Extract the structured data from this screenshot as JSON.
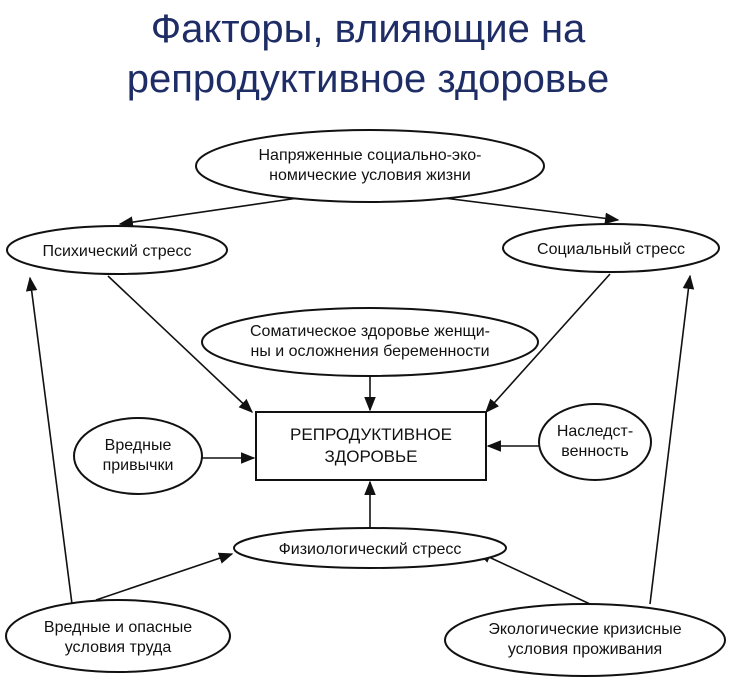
{
  "title": {
    "line1": "Факторы, влияющие на",
    "line2": "репродуктивное здоровье"
  },
  "nodes": {
    "socio_economic": {
      "line1": "Напряженные социально-эко-",
      "line2": "номические условия жизни"
    },
    "psych_stress": {
      "label": "Психический стресс"
    },
    "social_stress": {
      "label": "Социальный стресс"
    },
    "somatic_health": {
      "line1": "Соматическое здоровье женщи-",
      "line2": "ны и осложнения беременности"
    },
    "reproductive_health": {
      "line1": "РЕПРОДУКТИВНОЕ",
      "line2": "ЗДОРОВЬЕ"
    },
    "bad_habits": {
      "line1": "Вредные",
      "line2": "привычки"
    },
    "heredity": {
      "line1": "Наследст-",
      "line2": "венность"
    },
    "physio_stress": {
      "label": "Физиологический стресс"
    },
    "work_conditions": {
      "line1": "Вредные и опасные",
      "line2": "условия труда"
    },
    "ecological": {
      "line1": "Экологические кризисные",
      "line2": "условия проживания"
    }
  }
}
